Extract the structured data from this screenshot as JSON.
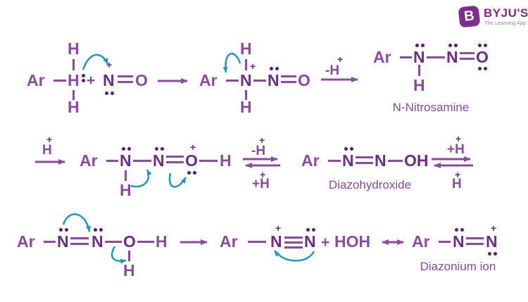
{
  "colors": {
    "main": "#8d4aa2",
    "atom": "#6d2b8a",
    "dot": "#571f70",
    "teal": "#1e9abe",
    "logo": "#7d2e8d",
    "gray": "#8a8a8a",
    "bg": "#ffffff"
  },
  "brand": {
    "logo_letter": "B",
    "name": "BYJU'S",
    "tagline": "The Learning App"
  },
  "row1": {
    "arylamine": {
      "ar": "Ar",
      "top_h": "H",
      "center_h": "H",
      "bottom_h": "H"
    },
    "plus_operator": "+",
    "nitrosonium": {
      "charge": "+",
      "n": "N",
      "o": "O"
    },
    "aminium": {
      "ar": "Ar",
      "top_h": "H",
      "charge": "+",
      "n1": "N",
      "n2": "N",
      "o": "O",
      "bottom_h": "H"
    },
    "deprotonation": {
      "label": "-H",
      "charge": "+"
    },
    "nitrosamine": {
      "ar": "Ar",
      "n1": "N",
      "h": "H",
      "n2": "N",
      "o": "O",
      "caption": "N-Nitrosamine"
    }
  },
  "row2": {
    "protonation": {
      "charge": "+",
      "label": "H"
    },
    "protonated_nitrosamine": {
      "ar": "Ar",
      "n1": "N",
      "h1": "H",
      "n2": "N",
      "o": "O",
      "o_charge": "+",
      "h2": "H"
    },
    "eq1": {
      "top_charge": "+",
      "top_label": "-H",
      "bottom_charge": "+",
      "bottom_label": "+H"
    },
    "diazohydroxide": {
      "ar": "Ar",
      "n1": "N",
      "n2": "N",
      "oh": "OH",
      "caption": "Diazohydroxide"
    },
    "eq2": {
      "top_charge": "+",
      "top_label": "+H",
      "bottom_charge": "+",
      "bottom_label": "H"
    }
  },
  "row3": {
    "protonated_diazohydroxide": {
      "ar": "Ar",
      "n1": "N",
      "n2": "N",
      "o": "O",
      "h_right": "H",
      "h_below": "H"
    },
    "diazonium": {
      "ar": "Ar",
      "charge": "+",
      "n1": "N",
      "n2": "N"
    },
    "plus_operator": "+",
    "water": "HOH",
    "resonance_form": {
      "ar": "Ar",
      "n1": "N",
      "n2": "N",
      "charge": "+",
      "caption": "Diazonium ion"
    }
  }
}
